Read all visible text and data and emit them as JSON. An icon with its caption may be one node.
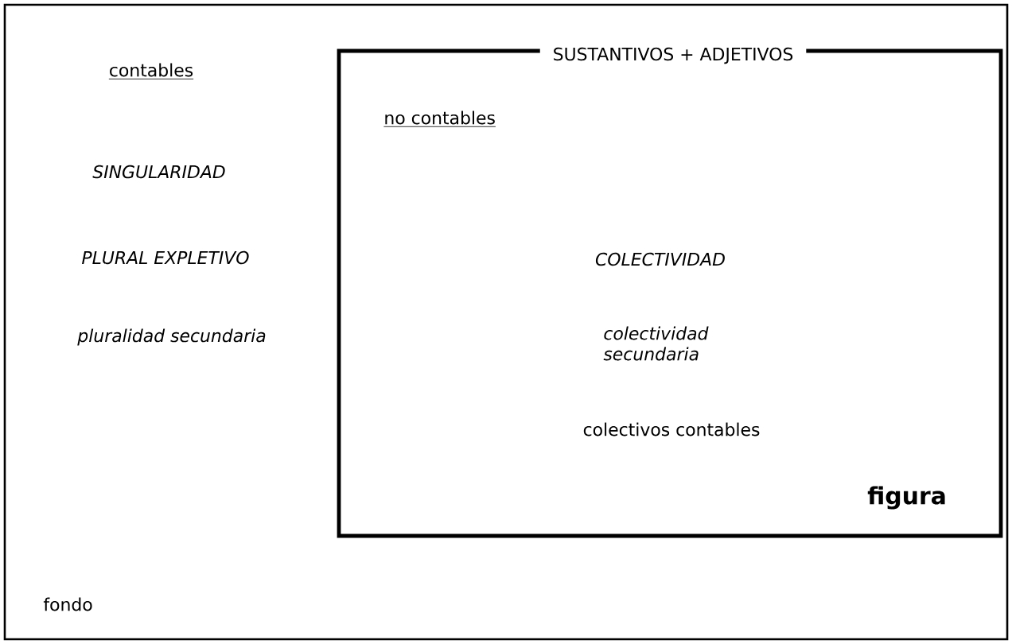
{
  "diagram": {
    "nodes": [
      {
        "text": [
          "contables",
          "SINGULARIDAD",
          "PLURAL EXPLETIVO",
          "pluralidad secundaria",
          "fondo"
        ]
      },
      {
        "text": [
          "SUSTANTIVOS + ADJETIVOS",
          "no contables",
          "COLECTIVIDAD",
          "colectividad secundaria",
          "colectivos contables",
          "figura"
        ],
        "in": 0
      }
    ]
  }
}
